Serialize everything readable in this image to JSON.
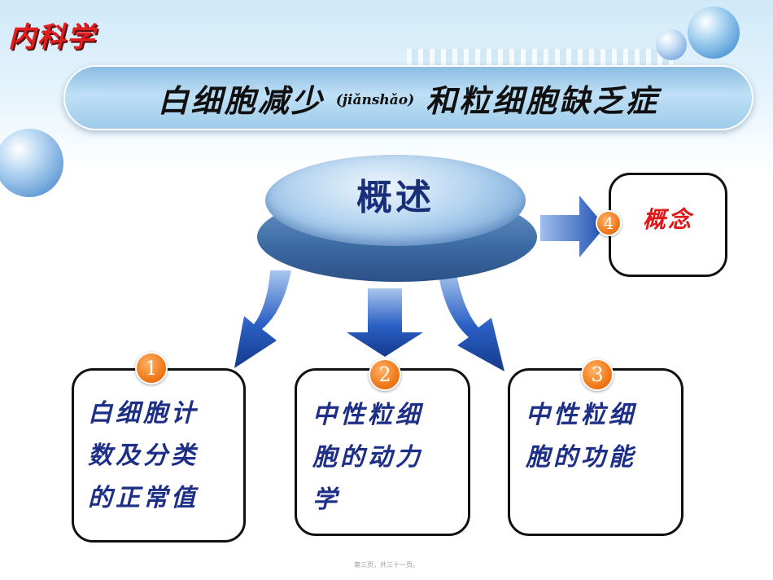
{
  "brand": "内科学",
  "title": {
    "main": "白细胞减少",
    "pinyin": "(jiǎnshǎo)",
    "rest": "和粒细胞缺乏症"
  },
  "hub": {
    "label": "概述"
  },
  "concept": {
    "number": "4",
    "label": "概念"
  },
  "sections": [
    {
      "number": "1",
      "lines": [
        "白细胞计",
        "数及分类",
        "的正常值"
      ]
    },
    {
      "number": "2",
      "lines": [
        "中性粒细",
        "胞的动力",
        "学"
      ]
    },
    {
      "number": "3",
      "lines": [
        "中性粒细",
        "胞的功能"
      ]
    }
  ],
  "footer": "第三页，共三十一页。",
  "colors": {
    "brand_red": "#e02020",
    "title_bar": "#9ecbe9",
    "box_text": "#1d2f86",
    "badge_orange": "#f07a18",
    "arrow_blue": "#1f4fb0",
    "concept_red": "#e01818"
  }
}
